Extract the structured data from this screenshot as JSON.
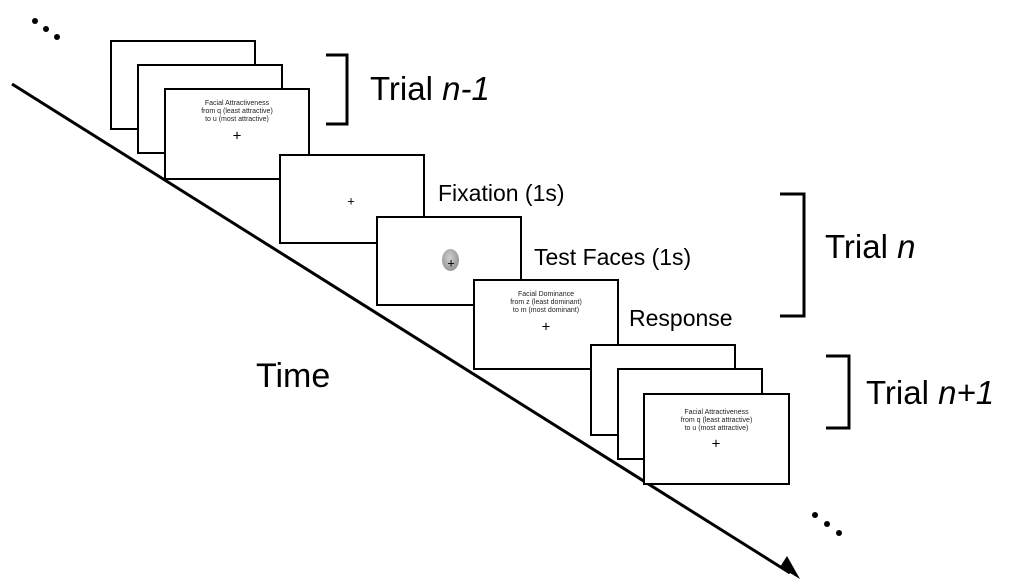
{
  "trials": {
    "prev": {
      "prefix": "Trial ",
      "suffix": "n-1"
    },
    "current": {
      "prefix": "Trial ",
      "suffix": "n"
    },
    "next": {
      "prefix": "Trial ",
      "suffix": "n+1"
    }
  },
  "phases": {
    "fixation": "Fixation (1s)",
    "test_faces": "Test Faces (1s)",
    "response": "Response"
  },
  "time_label": "Time",
  "fixation_cross": "+",
  "screens": {
    "prev_prompt": {
      "line1": "Facial Attractiveness",
      "line2": "from q (least attractive)",
      "line3": "to u (most attractive)"
    },
    "response_prompt": {
      "line1": "Facial Dominance",
      "line2": "from z (least dominant)",
      "line3": "to m (most dominant)"
    },
    "next_prompt": {
      "line1": "Facial Attractiveness",
      "line2": "from q (least attractive)",
      "line3": "to u (most attractive)"
    }
  },
  "ellipsis": "..."
}
